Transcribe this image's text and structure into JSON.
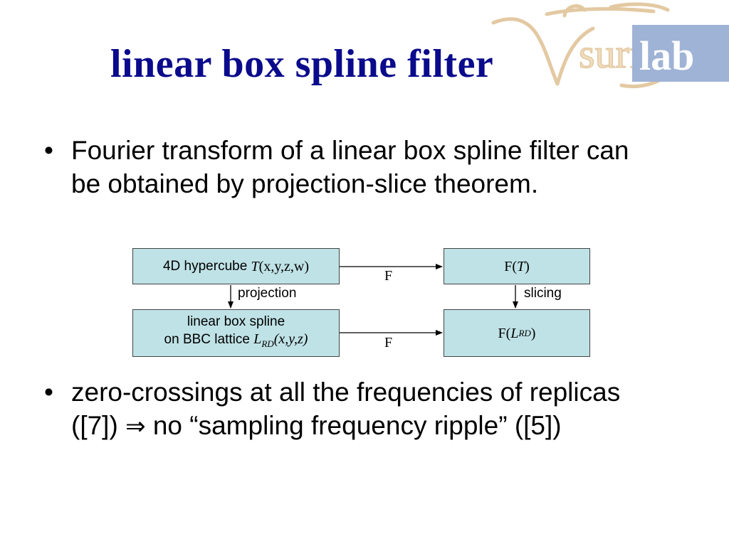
{
  "title": "linear box spline filter",
  "logo": {
    "text_left": "surf",
    "text_right": "lab"
  },
  "bullets": [
    {
      "text": "Fourier transform of a linear box spline filter can be obtained by projection-slice theorem."
    },
    {
      "text_before": "zero-crossings at all the frequencies of replicas ([7])",
      "symbol": "⇒",
      "text_after": "no “sampling frequency ripple” ([5])"
    }
  ],
  "diagram": {
    "box_hypercube": {
      "label": "4D hypercube",
      "symbol": "T",
      "args": "(x,y,z,w)"
    },
    "box_fourier_t": {
      "prefix": "F(",
      "symbol": "T",
      "suffix": ")"
    },
    "box_spline": {
      "line1": "linear box spline",
      "line2": "on BBC lattice",
      "symbol": "L",
      "sub": "RD",
      "args": "(x,y,z)"
    },
    "box_fourier_l": {
      "prefix": "F(",
      "symbol": "L",
      "sub": "RD",
      "suffix": ")"
    },
    "label_projection": "projection",
    "label_slicing": "slicing",
    "label_f_top": "F",
    "label_f_bottom": "F"
  },
  "colors": {
    "title": "#0a0a8c",
    "box_fill": "#bfe2e6",
    "logo_tan": "#e3c9a2",
    "logo_blue": "#9fb3d6"
  }
}
